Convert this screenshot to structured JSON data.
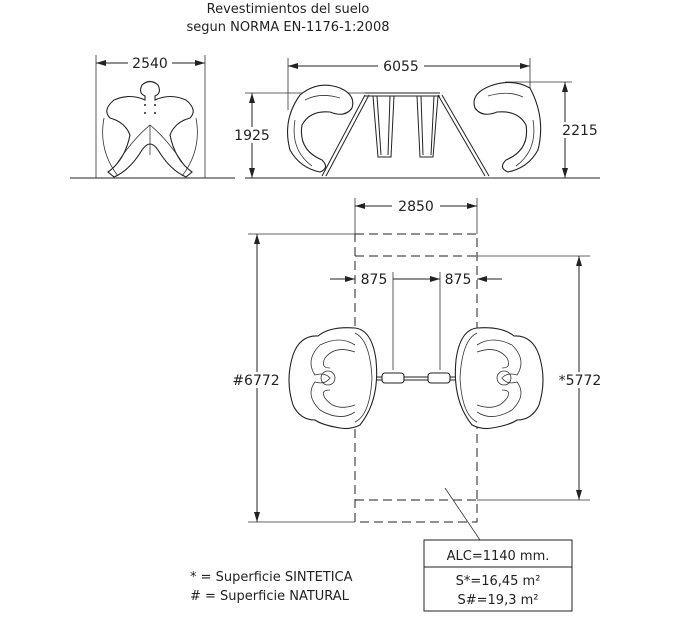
{
  "title": {
    "line1": "Revestimientos del suelo",
    "line2": "segun NORMA EN-1176-1:2008"
  },
  "front_view": {
    "width_dim": "2540"
  },
  "side_view": {
    "length_dim": "6055",
    "beam_height_dim": "1925",
    "total_height_dim": "2215"
  },
  "plan_view": {
    "width_dim": "2850",
    "seat_offset_left": "875",
    "seat_offset_right": "875",
    "natural_length_dim": "#6772",
    "synthetic_length_dim": "*5772"
  },
  "legend": {
    "synthetic": "* = Superficie SINTETICA",
    "natural": "# = Superficie NATURAL"
  },
  "info_box": {
    "alc": "ALC=1140 mm.",
    "area_synthetic": "S*=16,45 m²",
    "area_natural": "S#=19,3 m²"
  }
}
